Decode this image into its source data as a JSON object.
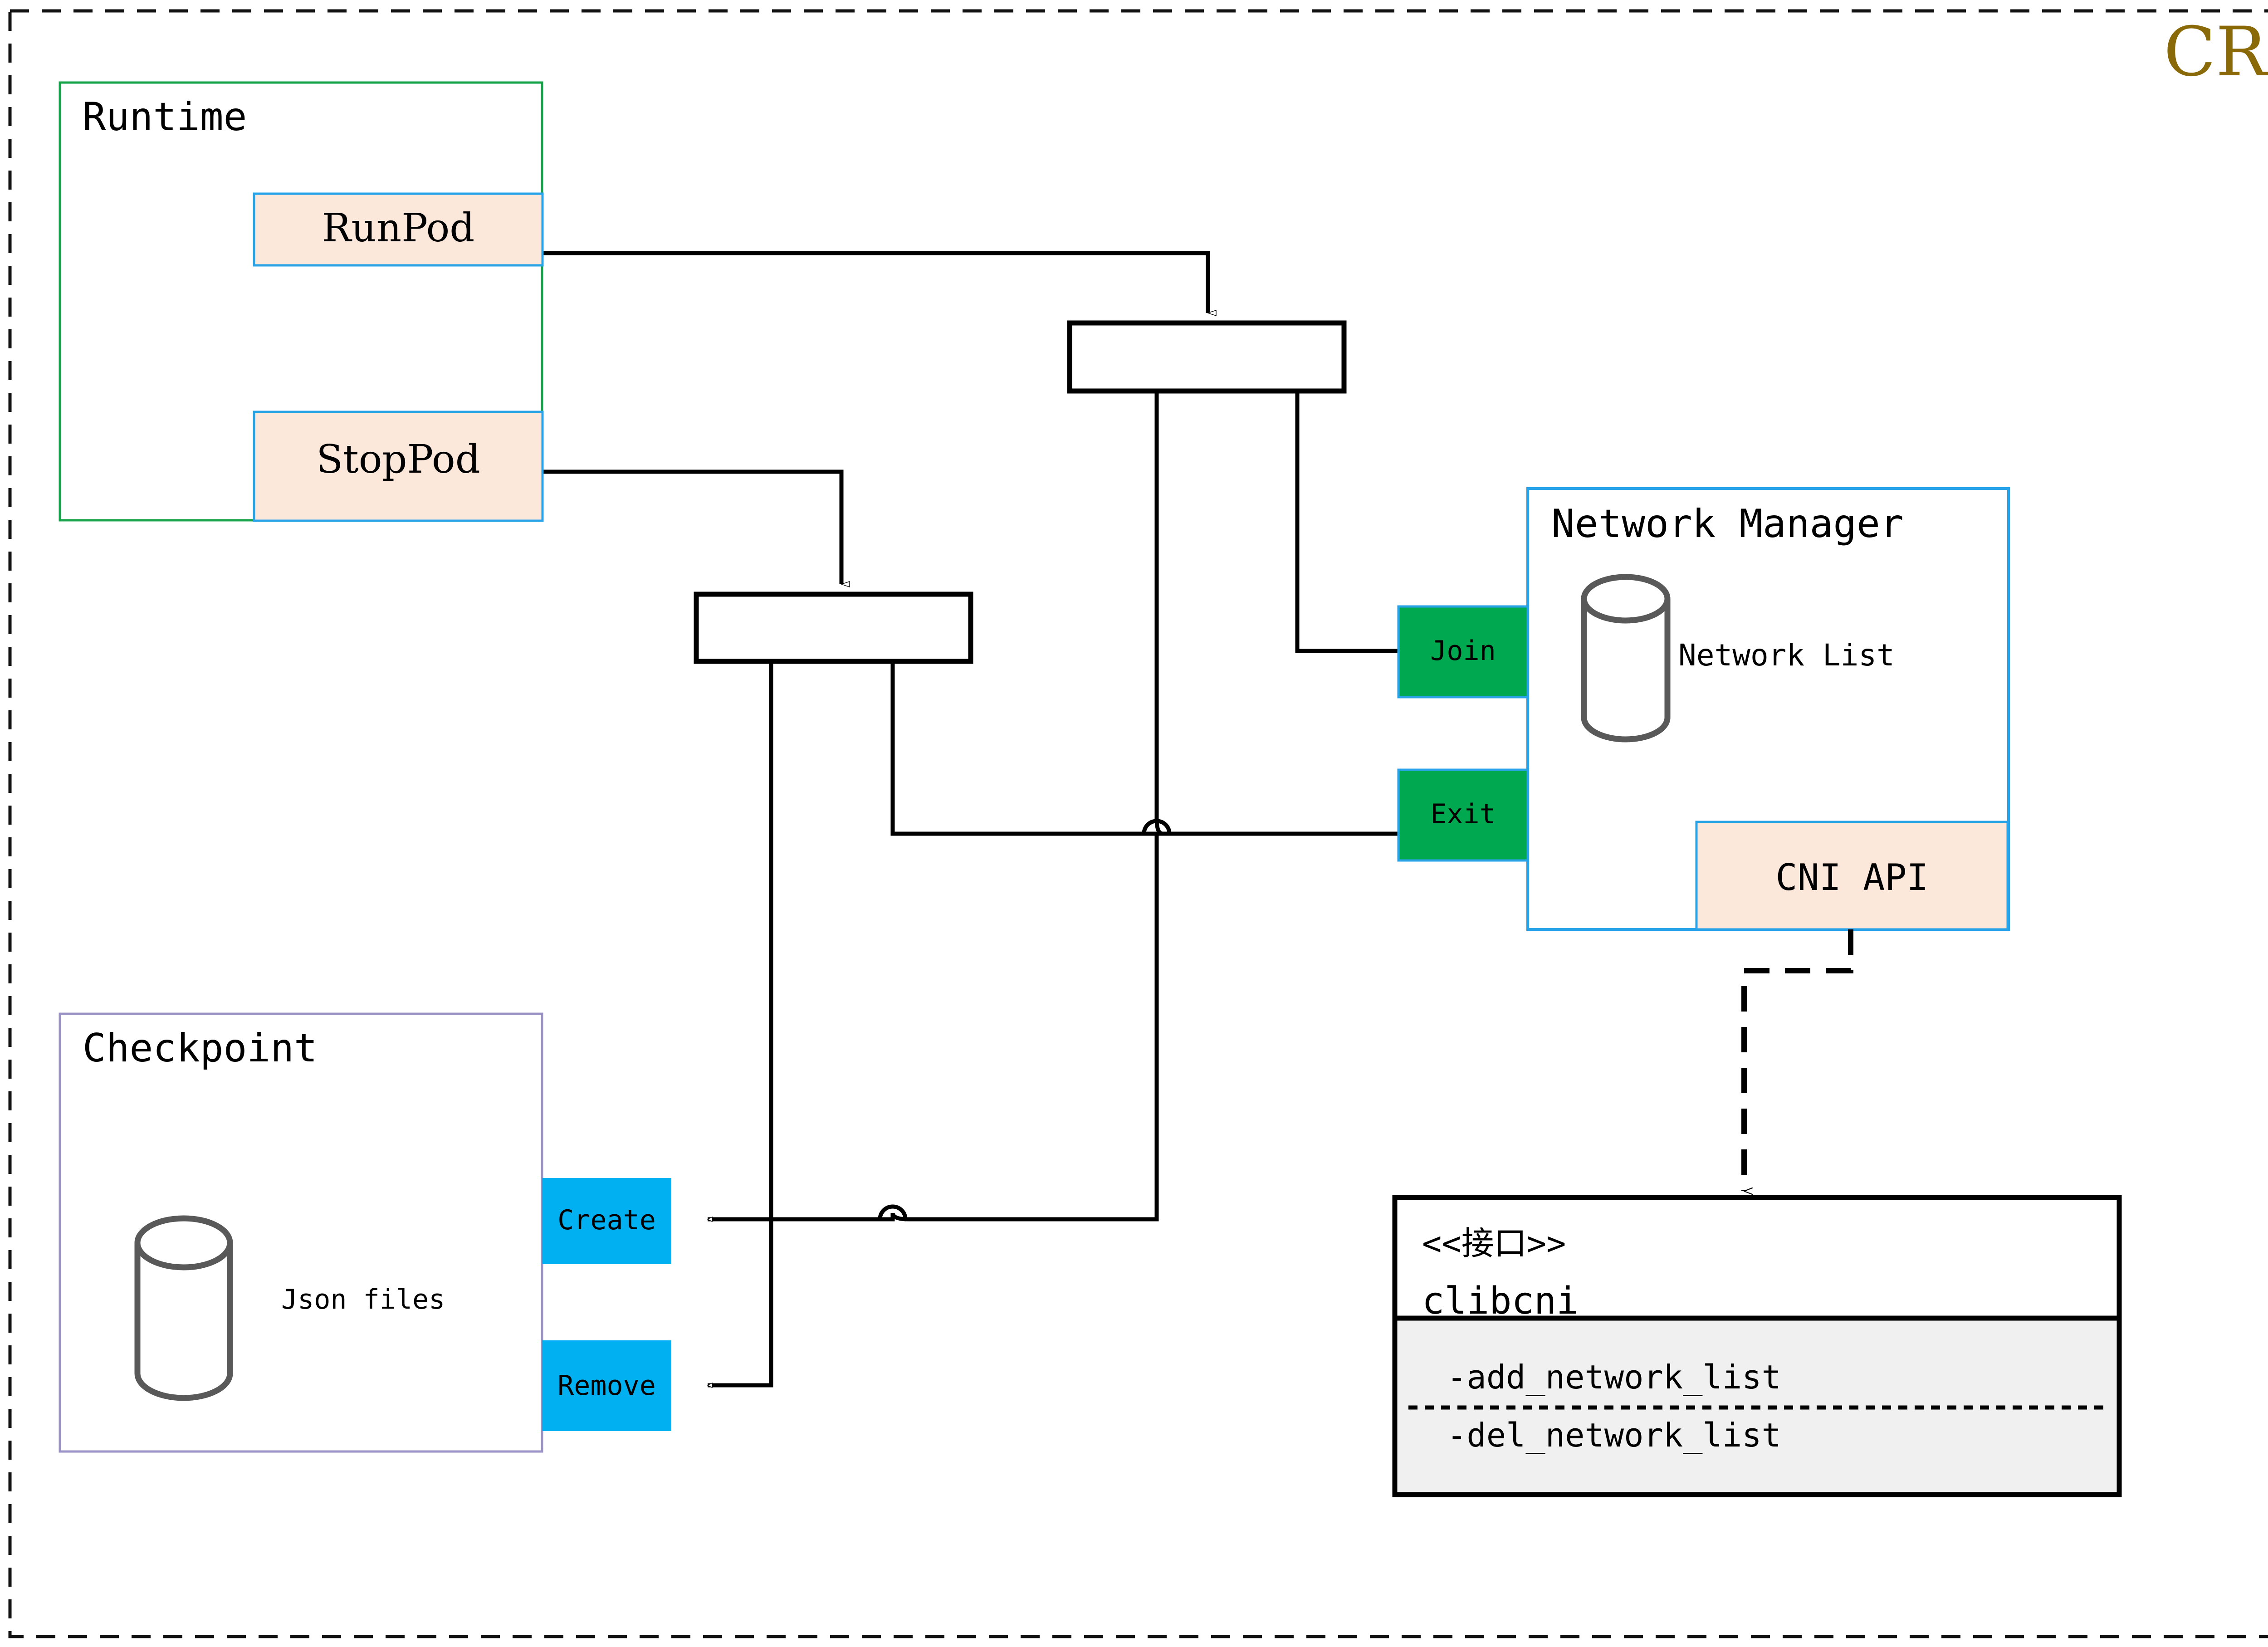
{
  "diagram": {
    "title": "CRI",
    "title_color": "#8a6a08",
    "frame": {
      "style": "dashed",
      "color": "#111111"
    }
  },
  "palette": {
    "green_border": "#16a34a",
    "blue_border": "#29a3e8",
    "purple_border": "#9b93c4",
    "peach_fill": "#fce8db",
    "green_fill": "#00a94f",
    "cyan_fill": "#00b0f0",
    "cylinder_stroke": "#595959",
    "line": "#000000",
    "method_panel": "#f0f0f0"
  },
  "runtime": {
    "title": "Runtime",
    "operations": [
      {
        "label": "RunPod"
      },
      {
        "label": "StopPod"
      }
    ]
  },
  "checkpoint": {
    "title": "Checkpoint",
    "store_label": "Json files",
    "operations": [
      {
        "label": "Create"
      },
      {
        "label": "Remove"
      }
    ]
  },
  "network_manager": {
    "title": "Network Manager",
    "store_label": "Network List",
    "api_label": "CNI API",
    "operations": [
      {
        "label": "Join"
      },
      {
        "label": "Exit"
      }
    ]
  },
  "interface_box": {
    "stereotype": "<<接口>>",
    "name": "clibcni",
    "methods": [
      "-add_network_list",
      "-del_network_list"
    ]
  },
  "forks": [
    {
      "name": "fork-runpod"
    },
    {
      "name": "fork-stoppod"
    }
  ]
}
